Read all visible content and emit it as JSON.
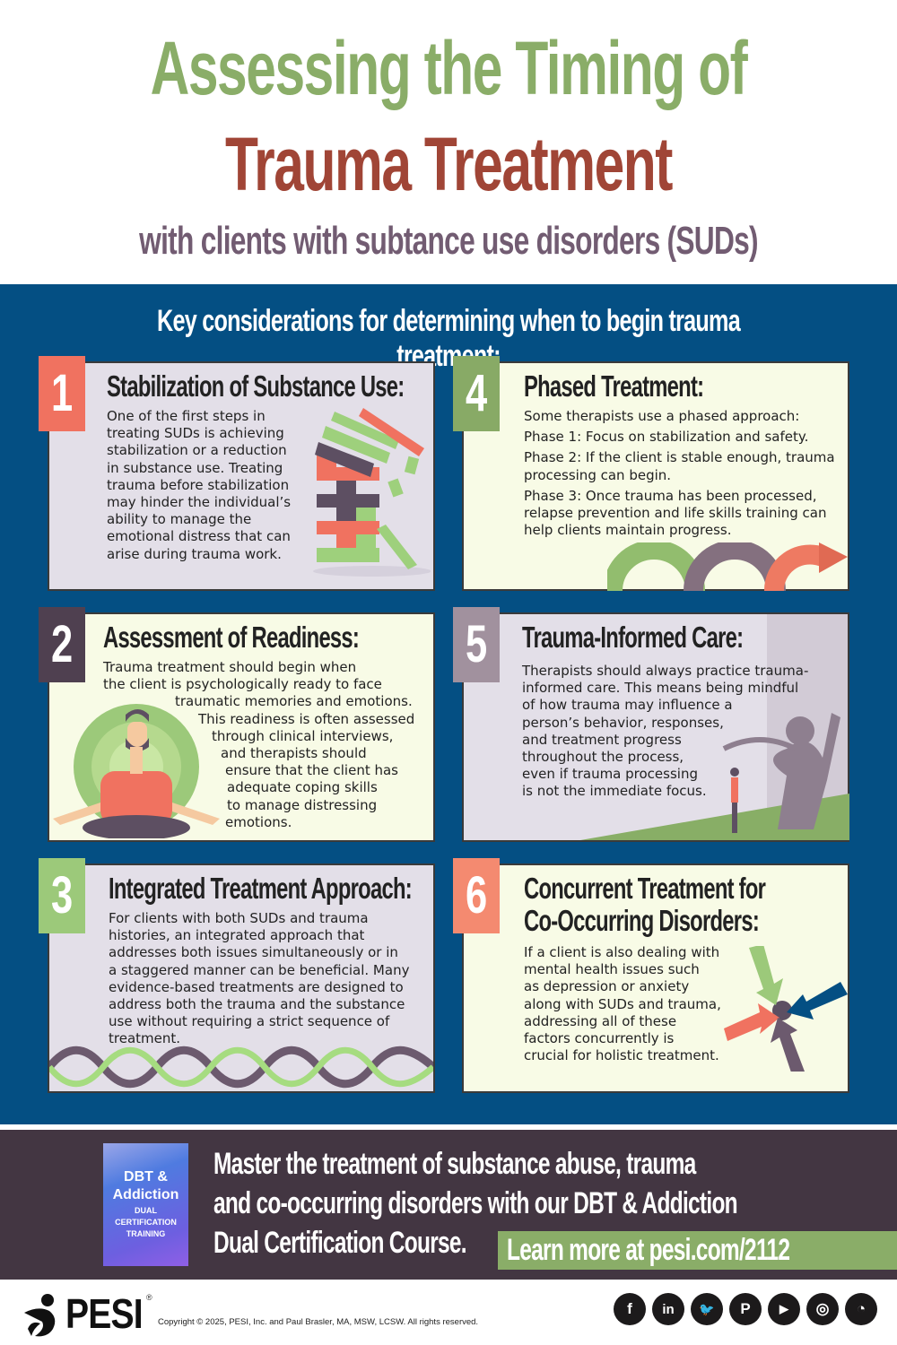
{
  "header": {
    "title_line1": "Assessing the Timing of",
    "title_line2": "Trauma Treatment",
    "subtitle": "with clients with subtance use disorders (SUDs)",
    "colors": {
      "title_line1": "#8aad68",
      "title_line2": "#a04536",
      "subtitle": "#725c72"
    }
  },
  "main": {
    "heading": "Key considerations for determining when to begin trauma treatment:",
    "background": "#044f83",
    "cards": [
      {
        "number": "1",
        "title": "Stabilization of Substance Use:",
        "badge_color": "#f07260",
        "lines": [
          "One of the first steps in",
          "treating SUDs is achieving",
          "stabilization or a reduction",
          "in substance use. Treating",
          "trauma before stabilization",
          "may hinder the individual’s",
          "ability to manage the",
          "emotional distress that can",
          "arise during trauma work."
        ],
        "illustration": "jenga-tower-icon"
      },
      {
        "number": "2",
        "title": "Assessment of Readiness:",
        "badge_color": "#4f4050",
        "lines": [
          "Trauma treatment should begin when",
          "the client is psychologically ready to face",
          "traumatic memories and emotions.",
          "This readiness is often assessed",
          "through clinical interviews,",
          "and therapists should",
          "ensure that the client has",
          "adequate coping skills",
          "to manage distressing",
          "emotions."
        ],
        "illustration": "meditating-man-icon"
      },
      {
        "number": "3",
        "title": "Integrated Treatment Approach:",
        "badge_color": "#9cc97a",
        "lines": [
          "For clients with both SUDs and trauma",
          "histories, an integrated approach that",
          "addresses both issues simultaneously or in",
          "a staggered manner can be beneficial. Many",
          "evidence-based treatments are designed to",
          "address both the trauma and the substance",
          "use without requiring a strict sequence of",
          "treatment."
        ],
        "illustration": "double-helix-icon"
      },
      {
        "number": "4",
        "title": "Phased Treatment:",
        "badge_color": "#88aa66",
        "lines": [
          "Some therapists use a phased approach:",
          "Phase 1: Focus on stabilization and safety.",
          "Phase 2: If the client is stable enough, trauma",
          "processing can begin.",
          "Phase 3: Once trauma has been processed,",
          "relapse prevention and life skills training can",
          "help clients maintain progress."
        ],
        "illustration": "phased-arrows-icon"
      },
      {
        "number": "5",
        "title": "Trauma-Informed Care:",
        "badge_color": "#a1919e",
        "lines": [
          "Therapists should always practice trauma-",
          "informed care. This means being mindful",
          "of how trauma may influence a",
          "person’s behavior, responses,",
          "and treatment progress",
          "throughout the process,",
          "even if trauma processing",
          "is not the immediate focus."
        ],
        "illustration": "shadow-monster-icon"
      },
      {
        "number": "6",
        "title_line1": "Concurrent Treatment for",
        "title_line2": "Co-Occurring Disorders:",
        "badge_color": "#f48a70",
        "lines": [
          "If a client is also dealing with",
          "mental health issues such",
          "as depression or anxiety",
          "along with SUDs and trauma,",
          "addressing all of these",
          "factors concurrently is",
          "crucial for holistic treatment."
        ],
        "illustration": "converging-arrows-icon"
      }
    ]
  },
  "promo": {
    "book_line1": "DBT &",
    "book_line2": "Addiction",
    "book_line3": "DUAL",
    "book_line4": "CERTIFICATION",
    "book_line5": "TRAINING",
    "text_line1": "Master the treatment of substance abuse, trauma",
    "text_line2": "and co-occurring disorders with our DBT & Addiction",
    "text_line3": "Dual Certification Course.",
    "cta": "Learn more at pesi.com/2112"
  },
  "footer": {
    "logo_text": "PESI",
    "registered": "®",
    "copyright": "Copyright © 2025, PESI, Inc. and Paul Brasler, MA, MSW, LCSW.  All rights reserved.",
    "socials": [
      {
        "name": "facebook-icon",
        "glyph": "f"
      },
      {
        "name": "linkedin-icon",
        "glyph": "in"
      },
      {
        "name": "twitter-icon",
        "glyph": "🐦"
      },
      {
        "name": "pinterest-icon",
        "glyph": "P"
      },
      {
        "name": "youtube-icon",
        "glyph": "▶"
      },
      {
        "name": "instagram-icon",
        "glyph": "◎"
      },
      {
        "name": "rss-icon",
        "glyph": "◔"
      }
    ]
  }
}
